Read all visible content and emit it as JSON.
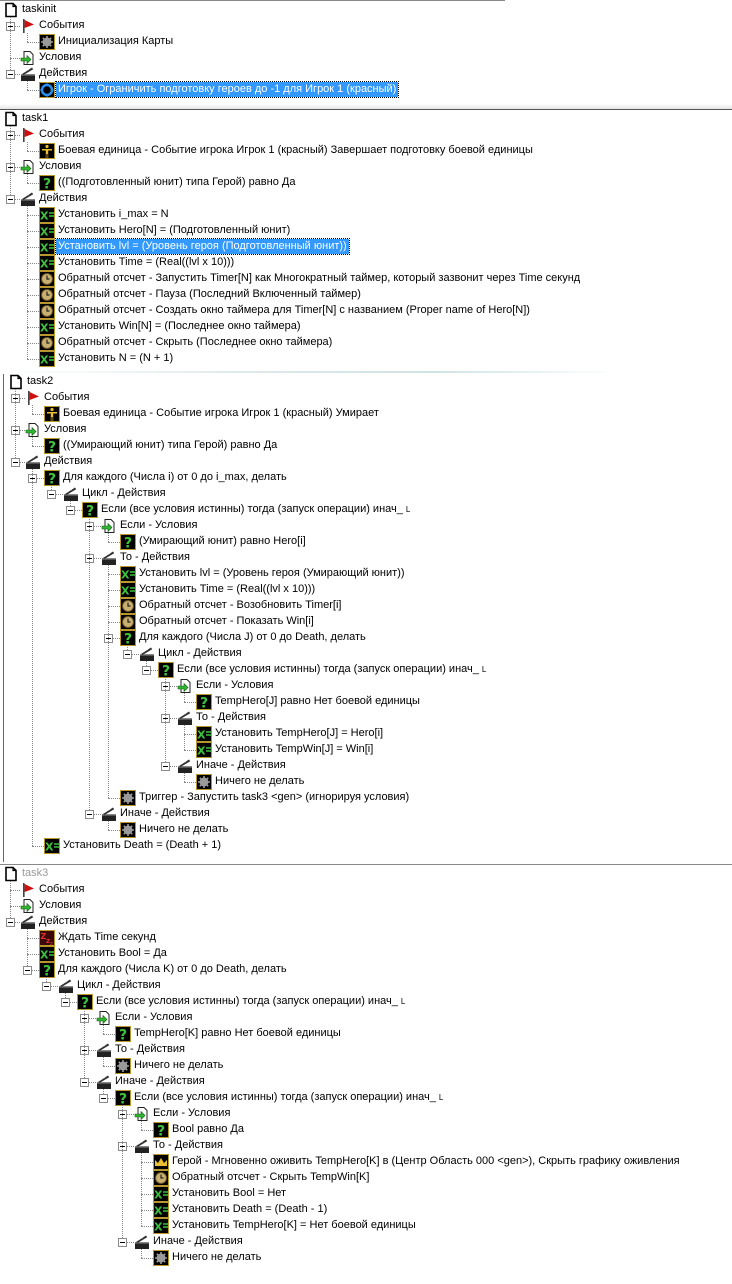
{
  "colors": {
    "selection": "#3399ff",
    "title_disabled": "#9a9a9a"
  },
  "panels": [
    {
      "name": "taskinit",
      "rows": [
        {
          "depth": 0,
          "icon": "document-icon",
          "text": "taskinit"
        },
        {
          "depth": 1,
          "icon": "flag-icon",
          "text": "События"
        },
        {
          "depth": 2,
          "icon": "gear-icon",
          "text": "Инициализация Карты"
        },
        {
          "depth": 1,
          "icon": "conditions-icon",
          "text": "Условия"
        },
        {
          "depth": 1,
          "icon": "clapper-icon",
          "text": "Действия"
        },
        {
          "depth": 2,
          "icon": "player-icon",
          "text": "Игрок - Ограничить подготовку героев до -1 для Игрок 1 (красный)",
          "selected": true
        }
      ]
    },
    {
      "name": "task1",
      "rows": [
        {
          "depth": 0,
          "icon": "document-icon",
          "text": "task1"
        },
        {
          "depth": 1,
          "icon": "flag-icon",
          "text": "События"
        },
        {
          "depth": 2,
          "icon": "unit-icon",
          "text": "Боевая единица - Событие игрока Игрок 1 (красный) Завершает подготовку боевой единицы"
        },
        {
          "depth": 1,
          "icon": "conditions-icon",
          "text": "Условия"
        },
        {
          "depth": 2,
          "icon": "question-icon",
          "text": "((Подготовленный юнит) типа Герой) равно Да"
        },
        {
          "depth": 1,
          "icon": "clapper-icon",
          "text": "Действия"
        },
        {
          "depth": 2,
          "icon": "set-variable-icon",
          "text": "Установить i_max = N"
        },
        {
          "depth": 2,
          "icon": "set-variable-icon",
          "text": "Установить Hero[N] = (Подготовленный юнит)"
        },
        {
          "depth": 2,
          "icon": "set-variable-icon",
          "text": "Установить lvl = (Уровень героя (Подготовленный юнит))",
          "selected": true
        },
        {
          "depth": 2,
          "icon": "set-variable-icon",
          "text": "Установить Time = (Real((lvl x 10)))"
        },
        {
          "depth": 2,
          "icon": "timer-icon",
          "text": "Обратный отсчет - Запустить Timer[N] как Многократный таймер, который зазвонит через Time секунд"
        },
        {
          "depth": 2,
          "icon": "timer-icon",
          "text": "Обратный отсчет - Пауза (Последний Включенный таймер)"
        },
        {
          "depth": 2,
          "icon": "timer-icon",
          "text": "Обратный отсчет - Создать окно таймера  для Timer[N] с названием (Proper name of Hero[N])"
        },
        {
          "depth": 2,
          "icon": "set-variable-icon",
          "text": "Установить Win[N] = (Последнее окно таймера)"
        },
        {
          "depth": 2,
          "icon": "timer-icon",
          "text": "Обратный отсчет - Скрыть (Последнее окно таймера)"
        },
        {
          "depth": 2,
          "icon": "set-variable-icon",
          "text": "Установить N = (N + 1)"
        }
      ]
    },
    {
      "name": "task2",
      "rows": [
        {
          "depth": 0,
          "icon": "document-icon",
          "text": "task2"
        },
        {
          "depth": 1,
          "icon": "flag-icon",
          "text": "События"
        },
        {
          "depth": 2,
          "icon": "unit-icon",
          "text": "Боевая единица - Событие игрока Игрок 1 (красный) Умирает"
        },
        {
          "depth": 1,
          "icon": "conditions-icon",
          "text": "Условия"
        },
        {
          "depth": 2,
          "icon": "question-icon",
          "text": "((Умирающий юнит) типа Герой) равно Да"
        },
        {
          "depth": 1,
          "icon": "clapper-icon",
          "text": "Действия"
        },
        {
          "depth": 2,
          "icon": "question-icon",
          "text": "Для каждого (Числа i) от 0 до i_max, делать"
        },
        {
          "depth": 3,
          "icon": "clapper-icon",
          "text": "Цикл - Действия"
        },
        {
          "depth": 4,
          "icon": "question-icon",
          "text": "Если (все условия истинны) тогда (запуск операции) инач_",
          "suffix": "L"
        },
        {
          "depth": 5,
          "icon": "conditions-icon",
          "text": "Если - Условия"
        },
        {
          "depth": 6,
          "icon": "question-icon",
          "text": "(Умирающий юнит) равно Hero[i]"
        },
        {
          "depth": 5,
          "icon": "clapper-icon",
          "text": "То - Действия"
        },
        {
          "depth": 6,
          "icon": "set-variable-icon",
          "text": "Установить lvl = (Уровень героя (Умирающий юнит))"
        },
        {
          "depth": 6,
          "icon": "set-variable-icon",
          "text": "Установить Time = (Real((lvl x 10)))"
        },
        {
          "depth": 6,
          "icon": "timer-icon",
          "text": "Обратный отсчет - Возобновить Timer[i]"
        },
        {
          "depth": 6,
          "icon": "timer-icon",
          "text": "Обратный отсчет - Показать Win[i]"
        },
        {
          "depth": 6,
          "icon": "question-icon",
          "text": "Для каждого (Числа J) от 0 до Death, делать"
        },
        {
          "depth": 7,
          "icon": "clapper-icon",
          "text": "Цикл - Действия"
        },
        {
          "depth": 8,
          "icon": "question-icon",
          "text": "Если (все условия истинны) тогда (запуск операции) инач_",
          "suffix": "L"
        },
        {
          "depth": 9,
          "icon": "conditions-icon",
          "text": "Если - Условия"
        },
        {
          "depth": 10,
          "icon": "question-icon",
          "text": "TempHero[J] равно Нет боевой единицы"
        },
        {
          "depth": 9,
          "icon": "clapper-icon",
          "text": "То - Действия"
        },
        {
          "depth": 10,
          "icon": "set-variable-icon",
          "text": "Установить TempHero[J] = Hero[i]"
        },
        {
          "depth": 10,
          "icon": "set-variable-icon",
          "text": "Установить TempWin[J] = Win[i]"
        },
        {
          "depth": 9,
          "icon": "clapper-icon",
          "text": "Иначе - Действия"
        },
        {
          "depth": 10,
          "icon": "gear-icon",
          "text": "Ничего не делать"
        },
        {
          "depth": 6,
          "icon": "gear-icon",
          "text": "Триггер - Запустить task3 <gen> (игнорируя условия)"
        },
        {
          "depth": 5,
          "icon": "clapper-icon",
          "text": "Иначе - Действия"
        },
        {
          "depth": 6,
          "icon": "gear-icon",
          "text": "Ничего не делать"
        },
        {
          "depth": 2,
          "icon": "set-variable-icon",
          "text": "Установить Death = (Death + 1)"
        }
      ]
    },
    {
      "name": "task3",
      "disabled": true,
      "rows": [
        {
          "depth": 0,
          "icon": "document-icon",
          "text": "task3"
        },
        {
          "depth": 1,
          "icon": "flag-icon",
          "text": "События"
        },
        {
          "depth": 1,
          "icon": "conditions-icon",
          "text": "Условия"
        },
        {
          "depth": 1,
          "icon": "clapper-icon",
          "text": "Действия"
        },
        {
          "depth": 2,
          "icon": "wait-icon",
          "text": "Ждать Time секунд"
        },
        {
          "depth": 2,
          "icon": "set-variable-icon",
          "text": "Установить Bool = Да"
        },
        {
          "depth": 2,
          "icon": "question-icon",
          "text": "Для каждого (Числа K) от 0 до Death, делать"
        },
        {
          "depth": 3,
          "icon": "clapper-icon",
          "text": "Цикл - Действия"
        },
        {
          "depth": 4,
          "icon": "question-icon",
          "text": "Если (все условия истинны) тогда (запуск операции) инач_",
          "suffix": "L"
        },
        {
          "depth": 5,
          "icon": "conditions-icon",
          "text": "Если - Условия"
        },
        {
          "depth": 6,
          "icon": "question-icon",
          "text": "TempHero[K] равно Нет боевой единицы"
        },
        {
          "depth": 5,
          "icon": "clapper-icon",
          "text": "То - Действия"
        },
        {
          "depth": 6,
          "icon": "gear-icon",
          "text": "Ничего не делать"
        },
        {
          "depth": 5,
          "icon": "clapper-icon",
          "text": "Иначе - Действия"
        },
        {
          "depth": 6,
          "icon": "question-icon",
          "text": "Если (все условия истинны) тогда (запуск операции) инач_",
          "suffix": "L"
        },
        {
          "depth": 7,
          "icon": "conditions-icon",
          "text": "Если - Условия"
        },
        {
          "depth": 8,
          "icon": "question-icon",
          "text": "Bool равно Да"
        },
        {
          "depth": 7,
          "icon": "clapper-icon",
          "text": "То - Действия"
        },
        {
          "depth": 8,
          "icon": "hero-icon",
          "text": "Герой - Мгновенно оживить TempHero[K] в (Центр Область 000 <gen>), Скрыть графику оживления"
        },
        {
          "depth": 8,
          "icon": "timer-icon",
          "text": "Обратный отсчет - Скрыть TempWin[K]"
        },
        {
          "depth": 8,
          "icon": "set-variable-icon",
          "text": "Установить Bool = Нет"
        },
        {
          "depth": 8,
          "icon": "set-variable-icon",
          "text": "Установить Death = (Death - 1)"
        },
        {
          "depth": 8,
          "icon": "set-variable-icon",
          "text": "Установить TempHero[K] = Нет боевой единицы"
        },
        {
          "depth": 7,
          "icon": "clapper-icon",
          "text": "Иначе - Действия"
        },
        {
          "depth": 8,
          "icon": "gear-icon",
          "text": "Ничего не делать"
        }
      ]
    }
  ]
}
